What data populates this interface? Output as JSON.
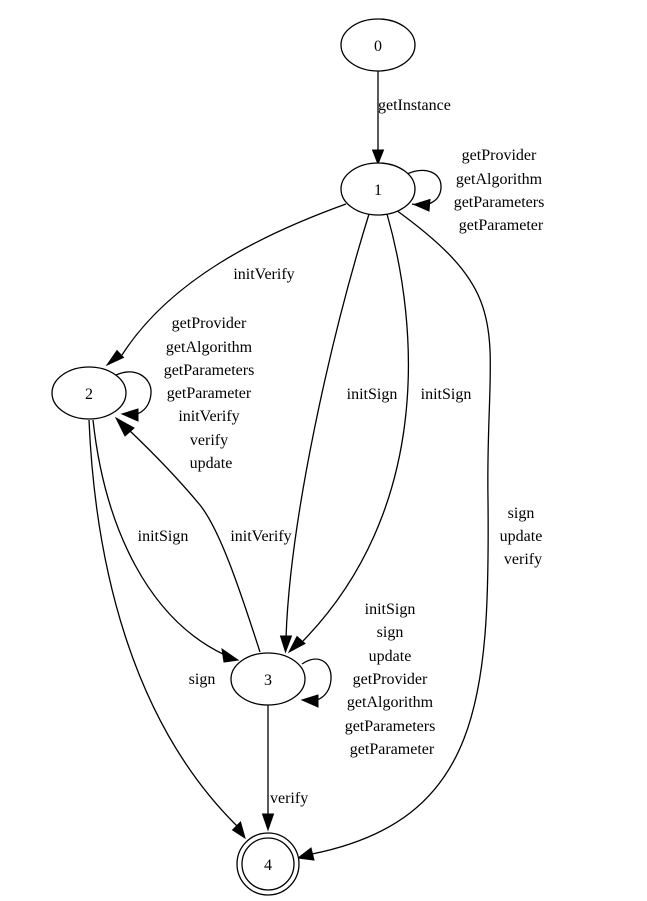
{
  "nodes": [
    {
      "id": "0",
      "label": "0",
      "final": false
    },
    {
      "id": "1",
      "label": "1",
      "final": false
    },
    {
      "id": "2",
      "label": "2",
      "final": false
    },
    {
      "id": "3",
      "label": "3",
      "final": false
    },
    {
      "id": "4",
      "label": "4",
      "final": true
    }
  ],
  "edges": [
    {
      "id": "e01",
      "from": "0",
      "to": "1",
      "labels": [
        "getInstance"
      ]
    },
    {
      "id": "e11",
      "from": "1",
      "to": "1",
      "labels": [
        "getProvider",
        "getAlgorithm",
        "getParameters",
        "getParameter"
      ]
    },
    {
      "id": "e12",
      "from": "1",
      "to": "2",
      "labels": [
        "initVerify"
      ]
    },
    {
      "id": "e13a",
      "from": "1",
      "to": "3",
      "labels": [
        "initSign"
      ]
    },
    {
      "id": "e13b",
      "from": "1",
      "to": "3",
      "labels": [
        "initSign"
      ]
    },
    {
      "id": "e14",
      "from": "1",
      "to": "4",
      "labels": [
        "sign",
        "update",
        "verify"
      ]
    },
    {
      "id": "e22",
      "from": "2",
      "to": "2",
      "labels": [
        "getProvider",
        "getAlgorithm",
        "getParameters",
        "getParameter",
        "initVerify",
        "verify",
        "update"
      ]
    },
    {
      "id": "e23",
      "from": "2",
      "to": "3",
      "labels": [
        "initSign"
      ]
    },
    {
      "id": "e32",
      "from": "3",
      "to": "2",
      "labels": [
        "initVerify"
      ]
    },
    {
      "id": "e24",
      "from": "2",
      "to": "4",
      "labels": [
        "sign"
      ]
    },
    {
      "id": "e33",
      "from": "3",
      "to": "3",
      "labels": [
        "initSign",
        "sign",
        "update",
        "getProvider",
        "getAlgorithm",
        "getParameters",
        "getParameter"
      ]
    },
    {
      "id": "e34",
      "from": "3",
      "to": "4",
      "labels": [
        "verify"
      ]
    }
  ]
}
